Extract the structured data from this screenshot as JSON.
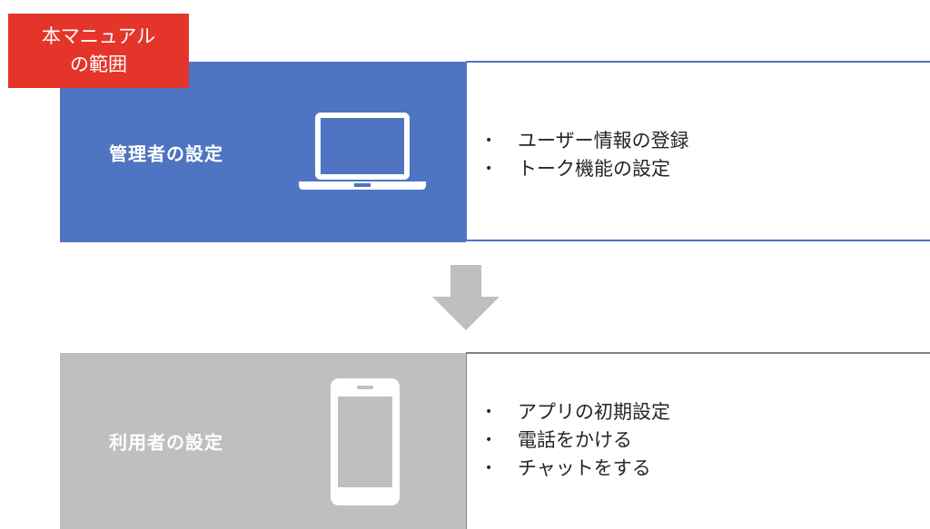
{
  "badge": {
    "line1": "本マニュアル",
    "line2": "の範囲"
  },
  "admin_section": {
    "label": "管理者の設定",
    "icon": "laptop-icon",
    "items": [
      "ユーザー情報の登録",
      "トーク機能の設定"
    ]
  },
  "flow_arrow": {
    "icon": "down-arrow-icon",
    "direction": "down"
  },
  "user_section": {
    "label": "利用者の設定",
    "icon": "smartphone-icon",
    "items": [
      "アプリの初期設定",
      "電話をかける",
      "チャットをする"
    ]
  },
  "colors": {
    "admin_panel": "#4f74c1",
    "user_panel": "#bfbfbf",
    "badge": "#e5352b",
    "arrow": "#bfbfbf",
    "bullet_text": "#262626",
    "divider_bottom": "#808080"
  }
}
